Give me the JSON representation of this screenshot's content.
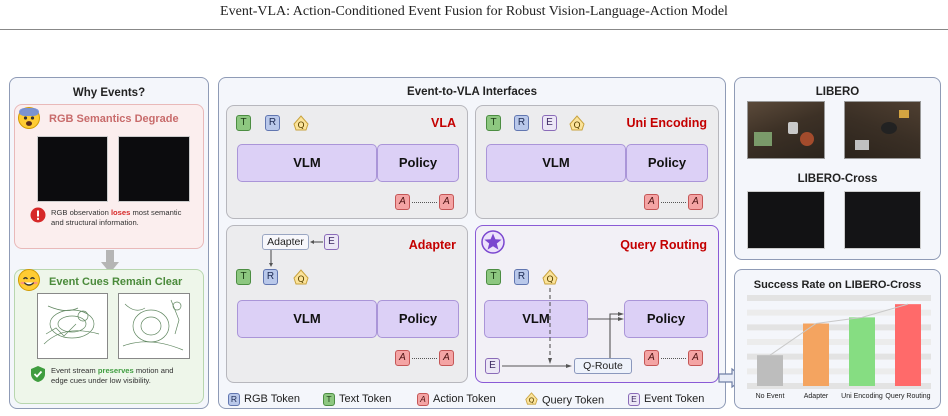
{
  "header": {
    "paper_title": "Event-VLA: Action-Conditioned Event Fusion for Robust Vision-Language-Action Model"
  },
  "why": {
    "title": "Why Events?",
    "degrade_title": "RGB Semantics Degrade",
    "degrade_note_pre": "RGB observation ",
    "degrade_note_hl": "loses",
    "degrade_note_post": " most semantic and structural information.",
    "clear_title": "Event Cues Remain Clear",
    "clear_note_pre": "Event stream ",
    "clear_note_hl": "preserves",
    "clear_note_post": " motion and edge cues under low visibility."
  },
  "interfaces": {
    "title": "Event-to-VLA Interfaces",
    "vla": {
      "title": "VLA",
      "vlm": "VLM",
      "policy": "Policy"
    },
    "uni": {
      "title": "Uni Encoding",
      "vlm": "VLM",
      "policy": "Policy"
    },
    "adapter": {
      "title": "Adapter",
      "adapter_box": "Adapter",
      "vlm": "VLM",
      "policy": "Policy"
    },
    "query": {
      "title": "Query Routing",
      "vlm": "VLM",
      "policy": "Policy",
      "qroute": "Q-Route"
    },
    "tokens": {
      "t": "T",
      "r": "R",
      "e": "E",
      "a": "A",
      "q": "Q"
    }
  },
  "legend": {
    "rgb": "RGB Token",
    "text": "Text Token",
    "action": "Action Token",
    "query": "Query Token",
    "event": "Event Token"
  },
  "libero": {
    "title": "LIBERO",
    "cross_title": "LIBERO-Cross"
  },
  "chart_data": {
    "type": "bar",
    "title": "Success Rate on LIBERO-Cross",
    "categories": [
      "No Event",
      "Adapter",
      "Uni Encoding",
      "Query Routing"
    ],
    "values": [
      0.35,
      0.71,
      0.78,
      0.93
    ],
    "ylim": [
      0,
      1
    ],
    "colors": [
      "#bdbdbd",
      "#f4a460",
      "#86dd82",
      "#ff6a6a"
    ],
    "grid": true
  },
  "colors": {
    "accent_red": "#c40000",
    "panel_border": "#8f9bb6",
    "vlm_fill": "#dcd0f6"
  }
}
